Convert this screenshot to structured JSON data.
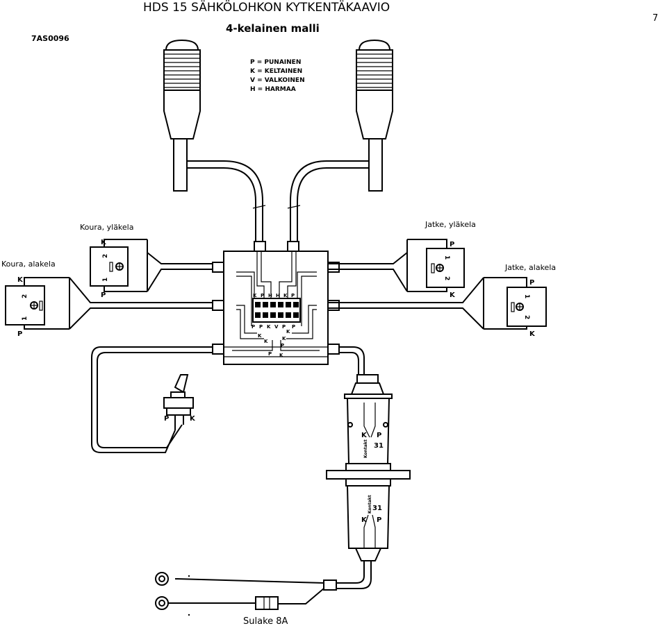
{
  "header": {
    "title": "HDS 15 SÄHKÖLOHKON KYTKENTÄKAAVIO",
    "subtitle": "4-kelainen malli",
    "doc_code": "7AS0096",
    "page_number": "7"
  },
  "legend": {
    "lines": [
      "P = PUNAINEN",
      "K = KELTAINEN",
      "V = VALKOINEN",
      "H = HARMAA"
    ]
  },
  "coils": {
    "koura_ylakela": {
      "name": "Koura, yläkela",
      "top_wire": "K",
      "bottom_wire": "P",
      "pin_top": "2",
      "pin_bottom": "1"
    },
    "koura_alakela": {
      "name": "Koura, alakela",
      "top_wire": "K",
      "bottom_wire": "P",
      "pin_top": "2",
      "pin_bottom": "1"
    },
    "jatke_ylakela": {
      "name": "Jatke, yläkela",
      "top_wire": "P",
      "bottom_wire": "K",
      "pin_top": "1",
      "pin_bottom": "2"
    },
    "jatke_alakela": {
      "name": "Jatke, alakela",
      "top_wire": "P",
      "bottom_wire": "K",
      "pin_top": "1",
      "pin_bottom": "2"
    }
  },
  "junction_box": {
    "terminal_labels_top": [
      "K",
      "P",
      "H",
      "H",
      "K",
      "P"
    ],
    "terminal_labels_bottom": [
      "P",
      "P",
      "K",
      "V",
      "P",
      "P"
    ],
    "lower_labels": [
      "K",
      "K",
      "K",
      "K",
      "P",
      "P",
      "K"
    ]
  },
  "switch": {
    "left_wire": "P",
    "right_wire": "K"
  },
  "connector": {
    "plug_k": "K",
    "plug_p": "P",
    "plug_31": "31",
    "plug_label": "Kontakt",
    "socket_k": "K",
    "socket_p": "P",
    "socket_31": "31",
    "socket_label": "Kontakt"
  },
  "fuse": {
    "label": "Sulake 8A"
  }
}
